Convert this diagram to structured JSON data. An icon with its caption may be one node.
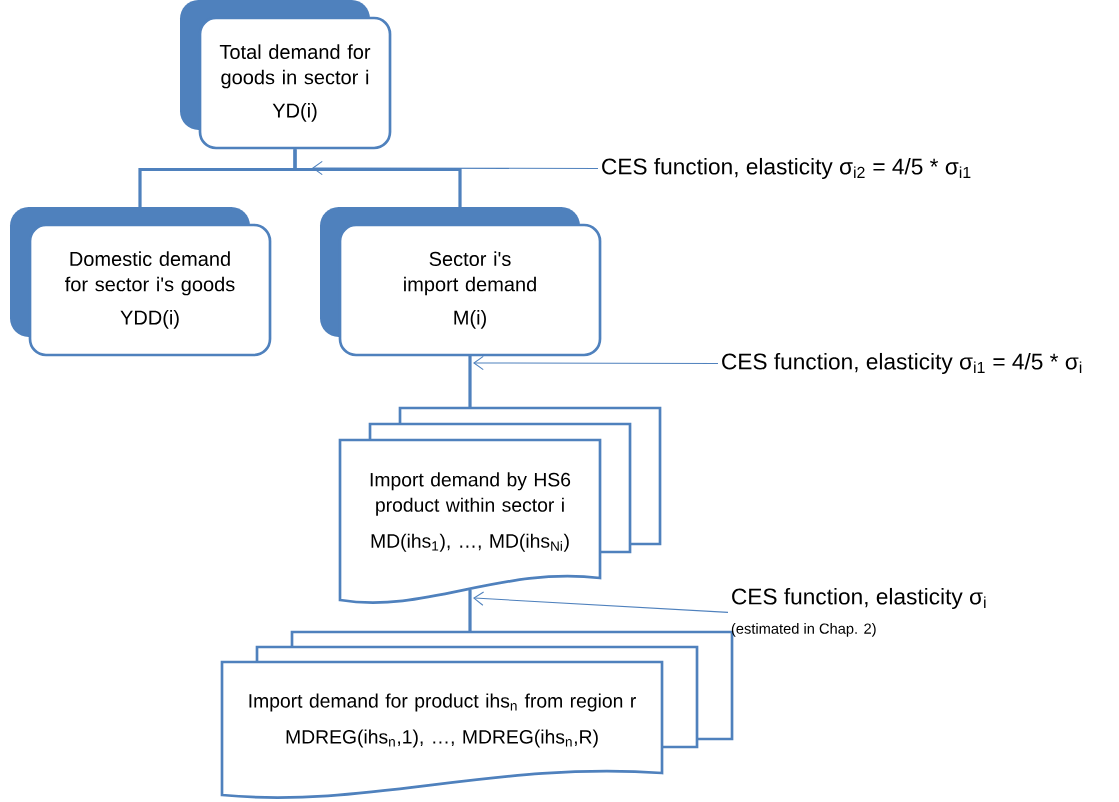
{
  "diagram": {
    "nodes": [
      {
        "text": [
          "Total demand for goods in sector i",
          "YD(i)"
        ]
      },
      {
        "text": [
          "Domestic demand for sector i's goods",
          "YDD(i)"
        ]
      },
      {
        "text": [
          "Sector i's import demand",
          "M(i)"
        ]
      },
      {
        "text": [
          "Import demand by HS6 product within sector i",
          "MD(ihs$_{1}$), …, MD(ihs$_{Ni}$)"
        ]
      },
      {
        "text": [
          "Import demand for product ihs$_{n}$ from region r",
          "MDREG(ihs$_{n}$,1), …, MDREG(ihs$_{n}$,R)"
        ]
      },
      {
        "text": [
          "CES function, elasticity σ$_{i2}$ = 4/5 * σ$_{i1}$"
        ]
      },
      {
        "text": [
          "CES function, elasticity σ$_{i1}$ = 4/5 * σ$_{i}$"
        ]
      },
      {
        "text": [
          "CES function, elasticity σ$_{i}$",
          "(estimated in Chap. 2)"
        ]
      }
    ],
    "edges": [
      {
        "from": 0,
        "to": 1,
        "arrow": "none"
      },
      {
        "from": 0,
        "to": 2,
        "arrow": "none"
      },
      {
        "from": 2,
        "to": 3,
        "arrow": "none"
      },
      {
        "from": 3,
        "to": 4,
        "arrow": "none"
      },
      {
        "from": 5,
        "to": 0,
        "arrow": "to"
      },
      {
        "from": 6,
        "to": 2,
        "arrow": "to"
      },
      {
        "from": 7,
        "to": 3,
        "arrow": "to"
      }
    ]
  }
}
